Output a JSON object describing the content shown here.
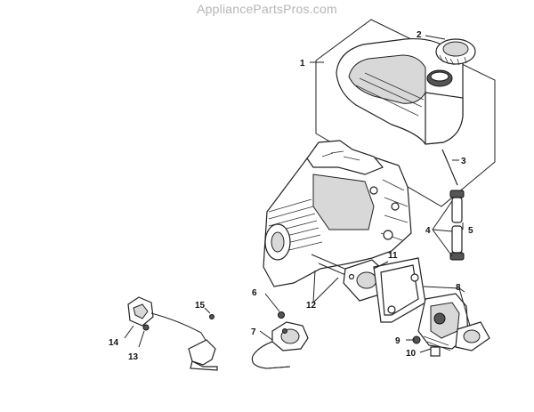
{
  "watermark": "AppliancePartsPros.com",
  "callouts": {
    "c1": "1",
    "c2": "2",
    "c3": "3",
    "c4": "4",
    "c5": "5",
    "c6": "6",
    "c7": "7",
    "c8": "8",
    "c9": "9",
    "c10": "10",
    "c11": "11",
    "c12": "12",
    "c13": "13",
    "c14": "14",
    "c15": "15"
  }
}
